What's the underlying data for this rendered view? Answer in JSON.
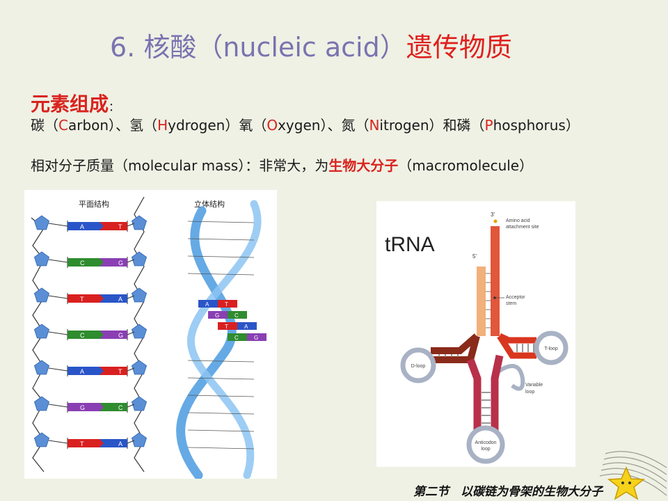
{
  "title": {
    "prefix": "6. 核酸（nucleic acid）",
    "highlight": "遗传物质"
  },
  "composition": {
    "heading": "元素组成",
    "colon": "：",
    "elements": [
      {
        "pre": "碳（",
        "letter": "C",
        "rest": "arbon）、"
      },
      {
        "pre": "氢（",
        "letter": "H",
        "rest": "ydrogen）"
      },
      {
        "pre": "氧（",
        "letter": "O",
        "rest": "xygen）、"
      },
      {
        "pre": "氮（",
        "letter": "N",
        "rest": "itrogen）和"
      },
      {
        "pre": "磷（",
        "letter": "P",
        "rest": "hosphorus）"
      }
    ]
  },
  "mass": {
    "text": "相对分子质量（molecular mass）：非常大，为",
    "highlight": "生物大分子",
    "tail": "（macromolecule）"
  },
  "dna_figure": {
    "label_planar": "平面结构",
    "label_3d": "立体结构",
    "pairs": [
      [
        "A",
        "T"
      ],
      [
        "C",
        "G"
      ],
      [
        "T",
        "A"
      ],
      [
        "C",
        "G"
      ],
      [
        "A",
        "T"
      ],
      [
        "G",
        "C"
      ],
      [
        "T",
        "A"
      ]
    ],
    "helix_pairs": [
      [
        "A",
        "T"
      ],
      [
        "G",
        "C"
      ],
      [
        "T",
        "A"
      ],
      [
        "C",
        "G"
      ]
    ],
    "colors": {
      "A": "#2a55c8",
      "T": "#d92020",
      "C": "#2f8c2f",
      "G": "#8a3fb3",
      "sugar": "#5a8fd6",
      "helix": "#4a9be0"
    }
  },
  "trna_figure": {
    "title": "tRNA",
    "three_prime": "3'",
    "five_prime": "5'",
    "labels": {
      "amino": [
        "Amino acid",
        "attachment site"
      ],
      "acceptor": [
        "Acceptor",
        "stem"
      ],
      "tloop": "T-loop",
      "dloop": "D-loop",
      "variable": [
        "Variable",
        "loop"
      ],
      "anticodon": [
        "Anticodon",
        "loop"
      ]
    }
  },
  "footer": "第二节　以碳链为骨架的生物大分子"
}
